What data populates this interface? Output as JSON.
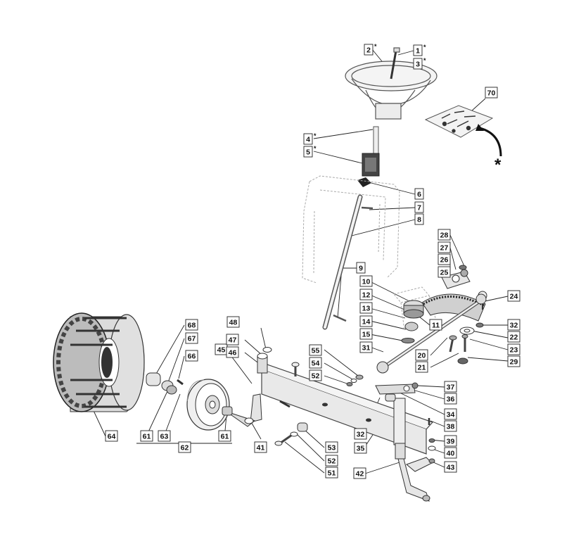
{
  "labels": [
    {
      "text": "1",
      "star": true
    },
    {
      "text": "2",
      "star": true
    },
    {
      "text": "3",
      "star": true
    },
    {
      "text": "4",
      "star": true
    },
    {
      "text": "5",
      "star": true
    },
    {
      "text": "6",
      "star": false
    },
    {
      "text": "7",
      "star": false
    },
    {
      "text": "8",
      "star": false
    },
    {
      "text": "9",
      "star": false
    },
    {
      "text": "10",
      "star": false
    },
    {
      "text": "11",
      "star": false
    },
    {
      "text": "12",
      "star": false
    },
    {
      "text": "13",
      "star": false
    },
    {
      "text": "14",
      "star": false
    },
    {
      "text": "15",
      "star": false
    },
    {
      "text": "20",
      "star": false
    },
    {
      "text": "21",
      "star": false
    },
    {
      "text": "22",
      "star": false
    },
    {
      "text": "23",
      "star": false
    },
    {
      "text": "24",
      "star": false
    },
    {
      "text": "25",
      "star": false
    },
    {
      "text": "26",
      "star": false
    },
    {
      "text": "27",
      "star": false
    },
    {
      "text": "28",
      "star": false
    },
    {
      "text": "29",
      "star": false
    },
    {
      "text": "31",
      "star": false
    },
    {
      "text": "32",
      "star": false
    },
    {
      "text": "32",
      "star": false
    },
    {
      "text": "34",
      "star": false
    },
    {
      "text": "35",
      "star": false
    },
    {
      "text": "36",
      "star": false
    },
    {
      "text": "37",
      "star": false
    },
    {
      "text": "38",
      "star": false
    },
    {
      "text": "39",
      "star": false
    },
    {
      "text": "40",
      "star": false
    },
    {
      "text": "41",
      "star": false
    },
    {
      "text": "42",
      "star": false
    },
    {
      "text": "43",
      "star": false
    },
    {
      "text": "45",
      "star": false
    },
    {
      "text": "46",
      "star": false
    },
    {
      "text": "47",
      "star": false
    },
    {
      "text": "48",
      "star": false
    },
    {
      "text": "51",
      "star": false
    },
    {
      "text": "52",
      "star": false
    },
    {
      "text": "52",
      "star": false
    },
    {
      "text": "53",
      "star": false
    },
    {
      "text": "54",
      "star": false
    },
    {
      "text": "55",
      "star": false
    },
    {
      "text": "61",
      "star": false
    },
    {
      "text": "61",
      "star": false
    },
    {
      "text": "62",
      "star": false
    },
    {
      "text": "63",
      "star": false
    },
    {
      "text": "64",
      "star": false
    },
    {
      "text": "66",
      "star": false
    },
    {
      "text": "67",
      "star": false
    },
    {
      "text": "68",
      "star": false
    },
    {
      "text": "70",
      "star": false
    }
  ],
  "asterisk": "*",
  "colors": {
    "line": "#1a1a1a",
    "part": "#555555",
    "fill": "#f2f2f2",
    "label_border": "#222222"
  }
}
